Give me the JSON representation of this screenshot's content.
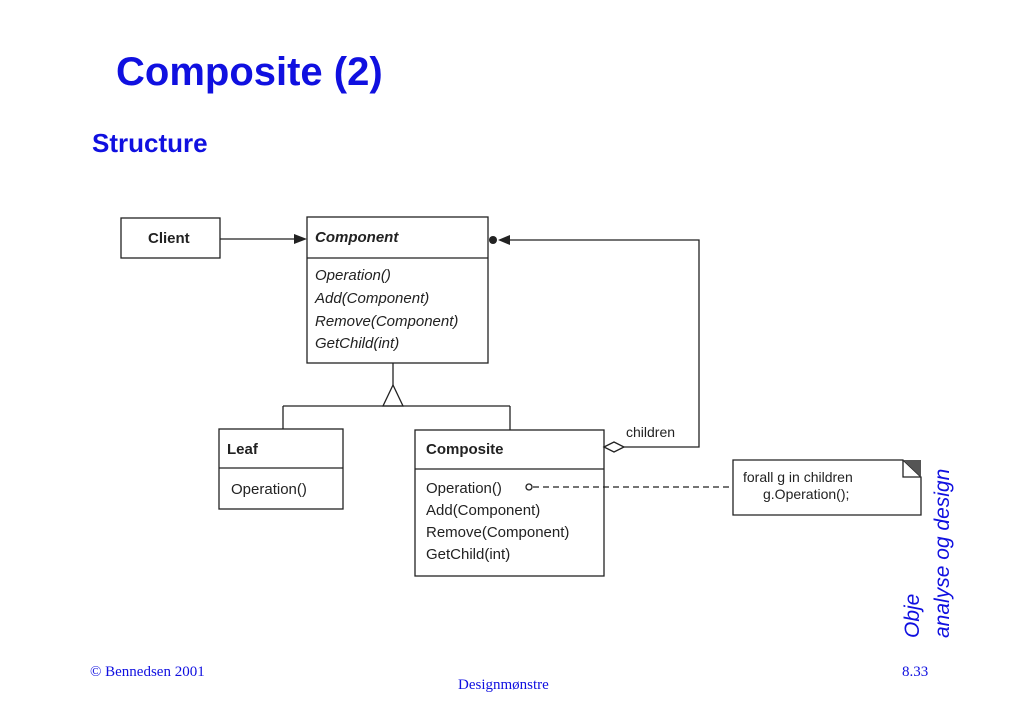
{
  "slide": {
    "title": "Composite (2)",
    "subtitle": "Structure",
    "side_text": [
      "Obje",
      "analyse og design"
    ],
    "footer_left": "© Bennedsen 2001",
    "footer_center": "Designmønstre",
    "footer_right": "8.33"
  },
  "diagram": {
    "client": {
      "name": "Client"
    },
    "component": {
      "name": "Component",
      "operations": [
        "Operation()",
        "Add(Component)",
        "Remove(Component)",
        "GetChild(int)"
      ]
    },
    "leaf": {
      "name": "Leaf",
      "operations": [
        "Operation()"
      ]
    },
    "composite": {
      "name": "Composite",
      "operations": [
        "Operation()",
        "Add(Component)",
        "Remove(Component)",
        "GetChild(int)"
      ]
    },
    "children_label": "children",
    "note": [
      "forall g in children",
      "g.Operation();"
    ]
  },
  "colors": {
    "title": "#1010e0",
    "lines": "#222222"
  }
}
